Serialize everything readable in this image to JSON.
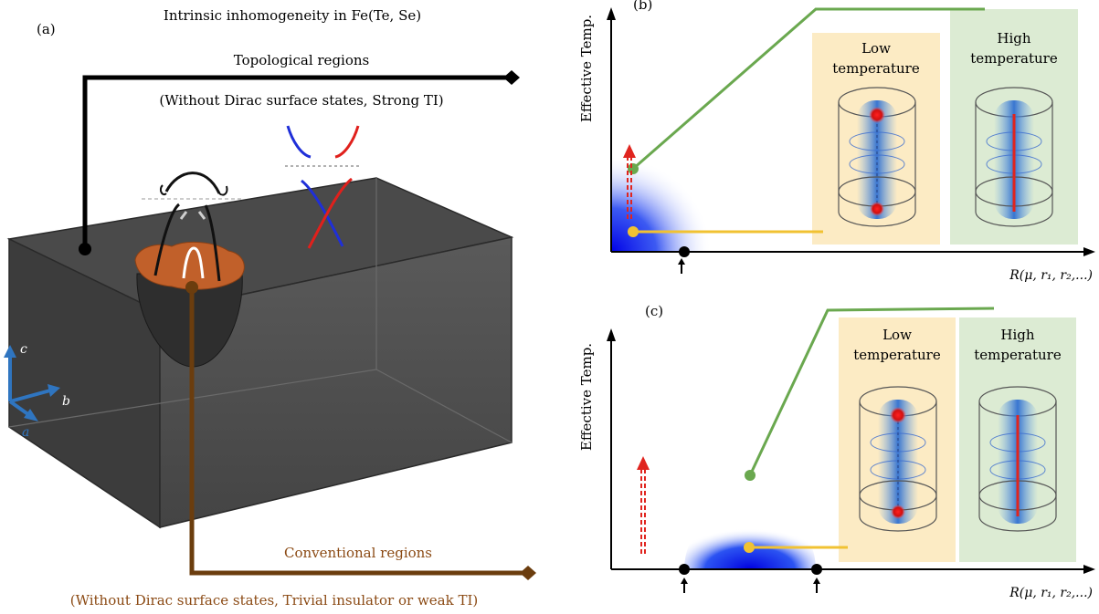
{
  "panel_a": {
    "label": "(a)",
    "title": "Intrinsic inhomogeneity in Fe(Te, Se)",
    "topological_label": "Topological regions",
    "topological_sub": "(Without Dirac surface states, Strong TI)",
    "conventional_label": "Conventional regions",
    "conventional_sub": "(Without Dirac surface states, Trivial insulator or weak TI)",
    "axis_c": "c",
    "axis_b": "b",
    "axis_a": "a"
  },
  "panel_b": {
    "label": "(b)",
    "ylabel": "Effective Temp.",
    "xlabel": "R(μ, r₁, r₂,...)",
    "low_line1": "Low",
    "low_line2": "temperature",
    "high_line1": "High",
    "high_line2": "temperature"
  },
  "panel_c": {
    "label": "(c)",
    "ylabel": "Effective Temp.",
    "xlabel": "R(μ, r₁, r₂,...)",
    "low_line1": "Low",
    "low_line2": "temperature",
    "high_line1": "High",
    "high_line2": "temperature"
  },
  "colors": {
    "topological": "#000000",
    "conventional": "#6b3d0e",
    "green_line": "#6aa84f",
    "yellow_line": "#f1c232",
    "low_box": "#fcebc4",
    "high_box": "#dcebd3",
    "blue_glow": "#0a2fd8",
    "red_arrow": "#e0251f"
  }
}
